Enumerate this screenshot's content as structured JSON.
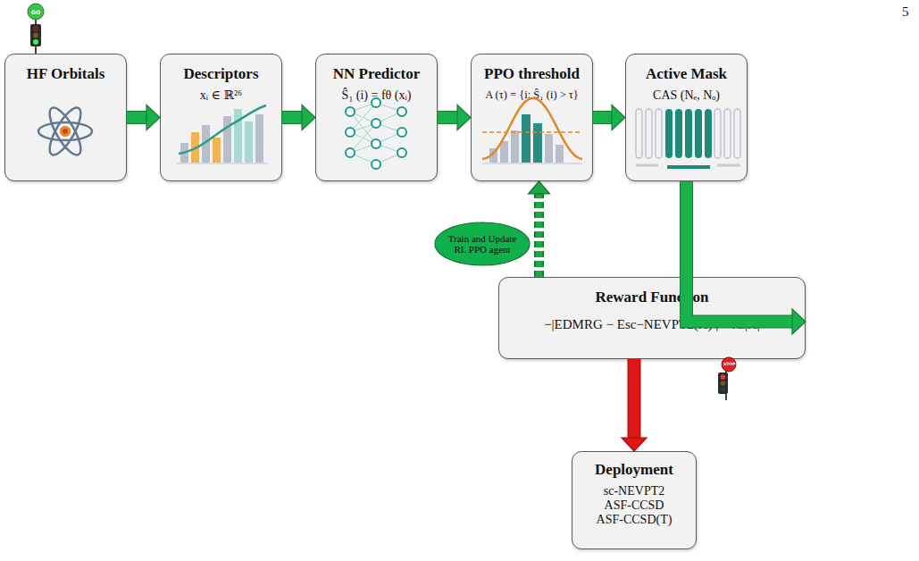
{
  "diagram": {
    "nodes": [
      {
        "text": [
          "HF Orbitals"
        ]
      },
      {
        "text": [
          "Descriptors",
          "xᵢ ∈ ℝ²⁶"
        ]
      },
      {
        "text": [
          "NN Predictor",
          "Ŝ₁ (i) = fθ (xᵢ)"
        ]
      },
      {
        "text": [
          "PPO threshold",
          "A (τ) = {i: Ŝ₁ (i) > τ}"
        ]
      },
      {
        "text": [
          "Active Mask",
          "CAS (Nₑ, Nₒ)"
        ]
      },
      {
        "text": [
          "Reward Function",
          "−|EDMRG − Esc−NEVPT2(A) | − λₙ|A|"
        ]
      },
      {
        "text": [
          "Train and Update RL PPO agent"
        ]
      },
      {
        "text": [
          "Deployment",
          "sc-NEVPT2",
          "ASF-CCSD",
          "ASF-CCSD(T)"
        ]
      }
    ],
    "edges": [
      {
        "from": 0,
        "to": 1,
        "arrow": "to"
      },
      {
        "from": 1,
        "to": 2,
        "arrow": "to"
      },
      {
        "from": 2,
        "to": 3,
        "arrow": "to"
      },
      {
        "from": 3,
        "to": 4,
        "arrow": "to"
      },
      {
        "from": 4,
        "to": 5,
        "arrow": "to"
      },
      {
        "from": 5,
        "to": 3,
        "arrow": "to"
      },
      {
        "from": 5,
        "to": 7,
        "arrow": "to"
      }
    ],
    "labels": [
      "5",
      "GO",
      "STOP"
    ]
  }
}
